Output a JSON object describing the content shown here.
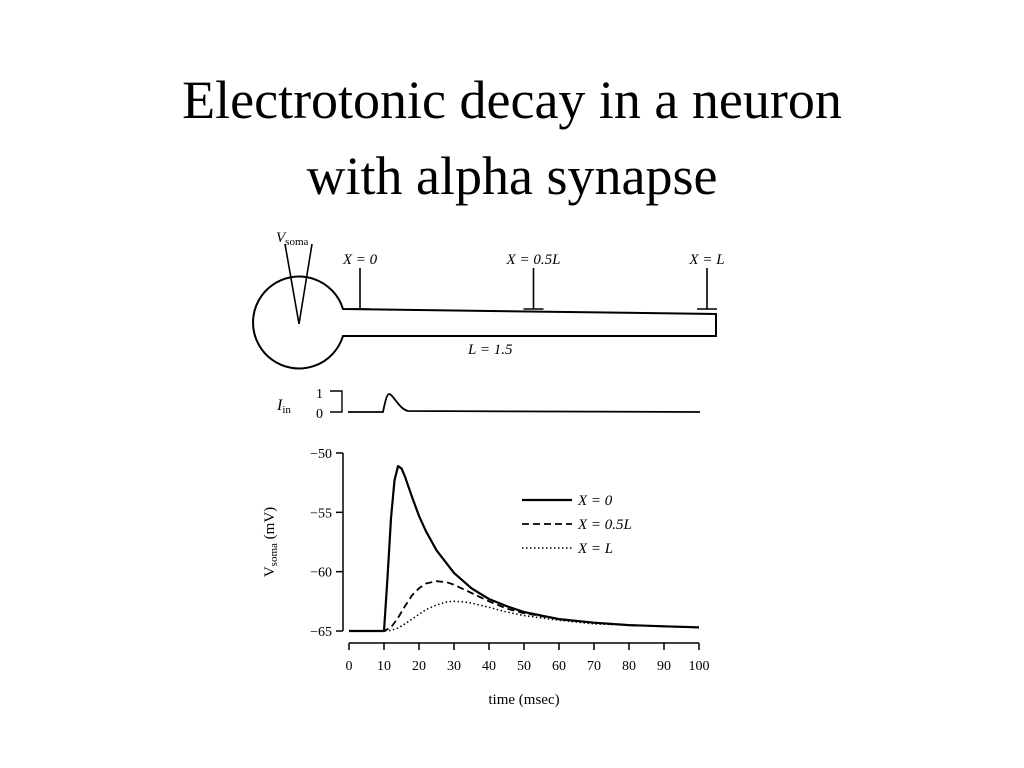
{
  "slide": {
    "title_line1": "Electrotonic decay in a neuron",
    "title_line2": "with alpha synapse"
  },
  "neuron": {
    "electrode_label": "V",
    "electrode_sub": "soma",
    "synapses": [
      {
        "label": "X = 0",
        "pos": 0
      },
      {
        "label": "X = 0.5L",
        "pos": 0.5
      },
      {
        "label": "X = L",
        "pos": 1
      }
    ],
    "length_label": "L = 1.5"
  },
  "input_trace": {
    "label": "I",
    "label_sub": "in",
    "tick_labels": [
      "1",
      "0"
    ]
  },
  "chart_data": {
    "type": "line",
    "title": "",
    "xlabel": "time (msec)",
    "ylabel": "V",
    "ylabel_sub": "soma",
    "ylabel_suffix": " (mV)",
    "xlim": [
      0,
      100
    ],
    "ylim": [
      -65,
      -50
    ],
    "xticks": [
      0,
      10,
      20,
      30,
      40,
      50,
      60,
      70,
      80,
      90,
      100
    ],
    "yticks": [
      -50,
      -55,
      -60,
      -65
    ],
    "ytick_labels": [
      "−50",
      "−55",
      "−60",
      "−65"
    ],
    "grid": false,
    "legend_position": "top-right",
    "series": [
      {
        "name": "X = 0",
        "style": "solid",
        "x": [
          0,
          10,
          11,
          12,
          13,
          14,
          15,
          16,
          18,
          20,
          22,
          25,
          30,
          35,
          40,
          45,
          50,
          55,
          60,
          70,
          80,
          90,
          100
        ],
        "y": [
          -65,
          -65,
          -60.5,
          -55.5,
          -52.3,
          -51.1,
          -51.3,
          -52.0,
          -53.7,
          -55.3,
          -56.6,
          -58.2,
          -60.1,
          -61.4,
          -62.3,
          -62.9,
          -63.4,
          -63.7,
          -64.0,
          -64.3,
          -64.5,
          -64.6,
          -64.7
        ]
      },
      {
        "name": "X = 0.5L",
        "style": "dashed",
        "x": [
          0,
          10,
          12,
          14,
          16,
          18,
          20,
          22,
          25,
          28,
          30,
          35,
          40,
          45,
          50,
          60,
          70,
          80,
          90,
          100
        ],
        "y": [
          -65,
          -65,
          -64.7,
          -63.9,
          -62.9,
          -62.0,
          -61.4,
          -61.0,
          -60.8,
          -60.9,
          -61.1,
          -61.8,
          -62.5,
          -63.1,
          -63.5,
          -64.0,
          -64.3,
          -64.5,
          -64.6,
          -64.7
        ]
      },
      {
        "name": "X = L",
        "style": "dotted",
        "x": [
          0,
          10,
          12,
          14,
          16,
          18,
          20,
          22,
          25,
          28,
          30,
          33,
          35,
          40,
          45,
          50,
          60,
          70,
          80,
          90,
          100
        ],
        "y": [
          -65,
          -65,
          -64.95,
          -64.75,
          -64.4,
          -64.0,
          -63.6,
          -63.2,
          -62.8,
          -62.55,
          -62.5,
          -62.55,
          -62.65,
          -63.0,
          -63.4,
          -63.7,
          -64.1,
          -64.4,
          -64.5,
          -64.6,
          -64.7
        ]
      }
    ]
  }
}
